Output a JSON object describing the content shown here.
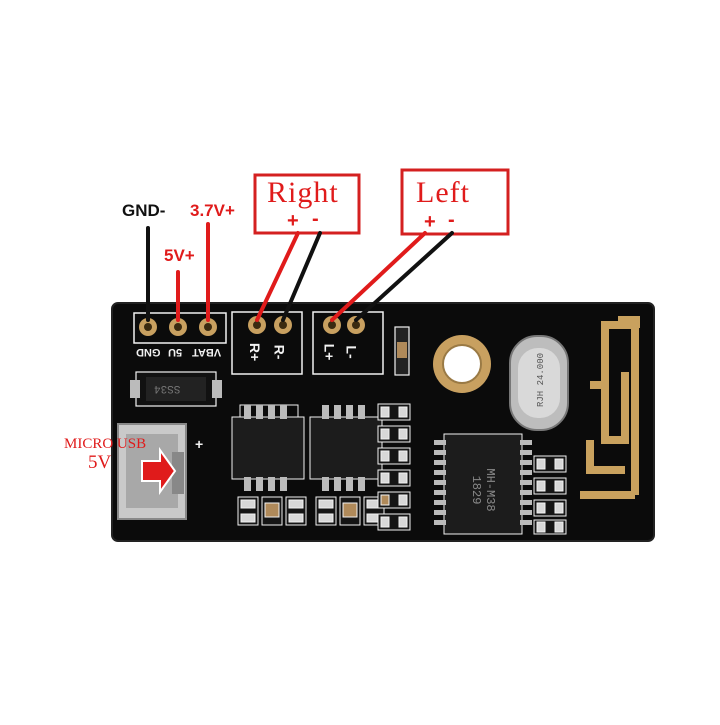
{
  "callouts": {
    "gnd": "GND-",
    "v5": "5V+",
    "v37": "3.7V+",
    "right_box": "Right",
    "right_plus": "+",
    "right_minus": "-",
    "left_box": "Left",
    "left_plus": "+",
    "left_minus": "-",
    "micro_usb": "MICRO USB",
    "usb_5v": "5V"
  },
  "silkscreen": {
    "gnd": "GND",
    "v5": "5U",
    "vbat": "VBAT",
    "r_plus": "R+",
    "r_minus": "R-",
    "l_plus": "L+",
    "l_minus": "L-",
    "diode": "SS34",
    "crystal": "RJH 24.000",
    "main_chip": "MH-M38 1829",
    "usb_plus": "+"
  },
  "colors": {
    "label_red": "#e01b1b",
    "pcb": "#0b0b0b",
    "silk": "#f2f2f2",
    "pad_gold": "#c8a060",
    "antenna_gold": "#c9a15e"
  }
}
